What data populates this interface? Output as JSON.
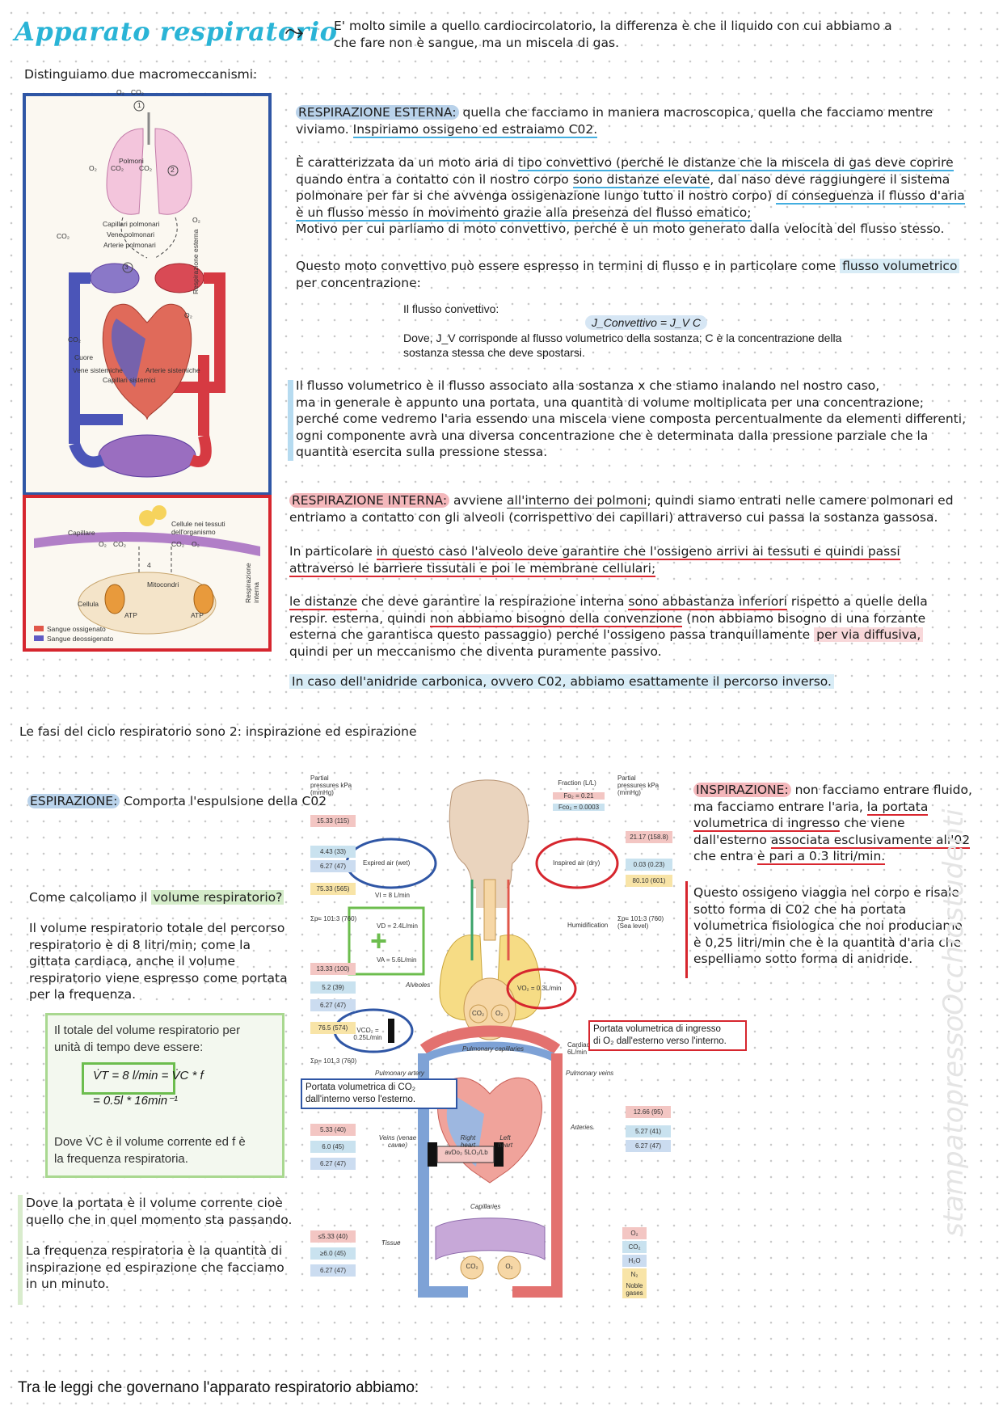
{
  "header": {
    "title": "Apparato respiratorio",
    "arrow": "⤳",
    "intro_line1": "E' molto simile a quello cardiocircolatorio, la differenza è che il liquido con cui abbiamo a",
    "intro_line2": "che fare non è sangue, ma un miscela di gas.",
    "subheading": "Distinguiamo due macromeccanismi:"
  },
  "figure_top": {
    "labels": {
      "o2_a": "O₂",
      "co2_a": "CO₂",
      "num1": "1",
      "polmoni": "Polmoni",
      "co2_b": "CO₂",
      "o2_b": "O₂",
      "co2_c": "CO₂",
      "num2": "2",
      "capillari_polmonari": "Capillari polmonari",
      "vene_polmonari": "Vene polmonari",
      "arterie_polmonari": "Arterie polmonari",
      "co2_side": "CO₂",
      "o2_side": "O₂",
      "num3": "3",
      "respirazione_esterna": "Respirazione esterna",
      "co2_low": "CO₂",
      "o2_low": "O₂",
      "cuore": "Cuore",
      "vene_sistemiche": "Vene sistemiche",
      "arterie_sistemiche": "Arterie sistemiche",
      "capillari_sistemici": "Capillari sistemici"
    }
  },
  "figure_bottom": {
    "labels": {
      "capillare": "Capillare",
      "cellule": "Cellule nei tessuti dell'organismo",
      "o2_a": "O₂",
      "co2_a": "CO₂",
      "co2_b": "CO₂",
      "o2_b": "O₂",
      "num4": "4",
      "mitocondri": "Mitocondri",
      "atp_a": "ATP",
      "atp_b": "ATP",
      "cellula": "Cellula",
      "respirazione_interna": "Respirazione interna",
      "legend_ox": "Sangue ossigenato",
      "legend_deox": "Sangue deossigenato"
    }
  },
  "resp_esterna": {
    "tag": "RESPIRAZIONE ESTERNA:",
    "p1_a": " quella che facciamo in maniera macroscopica, quella che facciamo mentre",
    "p1_b": "viviamo. ",
    "p1_c": "Inspiriamo ossigeno ed estraiamo C02.",
    "p2_l1_a": "È caratterizzata da un moto aria di ",
    "p2_l1_b": "tipo convettivo (perché le distanze che la miscela di gas deve coprire",
    "p2_l2_a": "quando entra a contatto con il nostro corpo ",
    "p2_l2_b": "sono distanze elevate",
    "p2_l2_c": ", dal naso deve raggiungere il sistema",
    "p2_l3_a": "polmonare per far si che avvenga ossigenazione lungo tutto il nostro corpo) ",
    "p2_l3_b": "di conseguenza il flusso d'aria",
    "p2_l4": "è un flusso messo in movimento grazie alla presenza del flusso ematico;",
    "p2_l5": "Motivo per cui  parliamo di moto convettivo, perché è un moto generato dalla velocità del flusso stesso.",
    "p3_l1_a": "Questo moto convettivo può essere espresso in termini di flusso e in particolare come ",
    "p3_l1_b": "flusso volumetrico",
    "p3_l2": "per concentrazione:",
    "formula_intro": "Il flusso convettivo:",
    "formula": "J_Convettivo = J_V C",
    "formula_where_l1": "Dove, J_V corrisponde al flusso volumetrico della sostanza; C è la concentrazione della",
    "formula_where_l2": "sostanza stessa che deve spostarsi.",
    "p4_l1": "Il flusso volumetrico è il flusso associato alla sostanza x che stiamo inalando nel nostro caso,",
    "p4_l2": "ma in generale è appunto una portata, una quantità di volume moltiplicata per una concentrazione;",
    "p4_l3": "perché come vedremo l'aria essendo una miscela viene composta percentualmente da elementi differenti,",
    "p4_l4": "ogni componente avrà una diversa concentrazione che è determinata dalla pressione parziale che la",
    "p4_l5": "quantità esercita sulla pressione stessa."
  },
  "resp_interna": {
    "tag": "RESPIRAZIONE INTERNA:",
    "p1_l1_a": " avviene ",
    "p1_l1_b": "all'interno dei polmoni",
    "p1_l1_c": "; quindi siamo entrati nelle camere polmonari ed",
    "p1_l2": "entriamo a contatto con gli alveoli (corrispettivo dei capillari) attraverso cui passa la sostanza gassosa.",
    "p2_l1_a": "In particolare ",
    "p2_l1_b": "in questo caso l'alveolo deve garantire che l'ossigeno arrivi ai tessuti e quindi passi",
    "p2_l2": "attraverso le barriere tissutali e poi le membrane cellulari;",
    "p3_l1_a": "le distanze",
    "p3_l1_b": " che deve garantire la respirazione interna ",
    "p3_l1_c": "sono abbastanza ",
    "p3_l1_d": "inferiori",
    "p3_l1_e": " rispetto a quelle della",
    "p3_l2_a": "respir. esterna, quindi ",
    "p3_l2_b": "non abbiamo bisogno della convenzione",
    "p3_l2_c": " (non abbiamo bisogno di una forzante",
    "p3_l3_a": "esterna che garantisca questo passaggio) perché l'ossigeno passa tranquillamente ",
    "p3_l3_b": "per via diffusiva,",
    "p3_l4": "quindi per un meccanismo che diventa puramente passivo.",
    "p4": "In caso dell'anidride carbonica, ovvero C02, abbiamo esattamente il percorso inverso."
  },
  "fasi": "Le fasi del ciclo respiratorio sono 2: inspirazione ed espirazione",
  "espirazione": {
    "tag": "ESPIRAZIONE:",
    "text": " Comporta l'espulsione della C02",
    "q_a": "Come calcoliamo il ",
    "q_b": "volume respiratorio?",
    "p_l1": "Il volume respiratorio totale del percorso",
    "p_l2": "respiratorio è di 8 litri/min; come la",
    "p_l3": "gittata cardiaca, anche il volume",
    "p_l4": "respiratorio viene espresso come portata",
    "p_l5": "per la frequenza."
  },
  "green_box": {
    "line1": "Il totale del volume respiratorio per",
    "line2": "unità di tempo deve essere:",
    "formula1": "V̇T = 8 l/min = V̇C * f",
    "formula2": "= 0.5l * 16min⁻¹",
    "dove_l1": "Dove V̇C è il volume corrente ed f è",
    "dove_l2": "la frequenza respiratoria."
  },
  "portata_note": {
    "l1": "Dove la portata è il volume corrente cioè",
    "l2": "quello che in quel momento sta passando.",
    "l3": "La frequenza respiratoria è la quantità di",
    "l4": "inspirazione ed espirazione che facciamo",
    "l5": "in un minuto."
  },
  "inspirazione": {
    "tag": "INSPIRAZIONE:",
    "l1": " non facciamo entrare fluido,",
    "l2_a": "ma facciamo entrare l'aria, ",
    "l2_b": "la portata",
    "l3": "volumetrica di ingresso",
    "l3_b": " che viene",
    "l4_a": "dall'esterno ",
    "l4_b": "associata esclusivamente all'02",
    "l5_a": "che entra ",
    "l5_b": "è pari a 0.3 litri/min.",
    "p2_l1": "Questo ossigeno viaggia nel corpo e risale",
    "p2_l2": "sotto forma di C02 che ha portata",
    "p2_l3": "volumetrica fisiologica che noi produciamo",
    "p2_l4": "è 0,25 litri/min che è la quantità d'aria che",
    "p2_l5": "espelliamo sotto forma di anidride."
  },
  "big_figure": {
    "pp_left_head": "Partial pressures kPa (mmHg)",
    "pp_right_head": "Partial pressures kPa (mmHg)",
    "fraction_head": "Fraction (L/L)",
    "fo2": "Fo₂ = 0.21",
    "fco2": "Fco₂ = 0.0003",
    "left_top": [
      "15.33 (115)",
      "4.43 (33)",
      "6.27 (47)",
      "75.33 (565)"
    ],
    "left_sum1": "Σp= 101.3 (760)",
    "right_top": [
      "21.17 (158.8)",
      "0.03 (0.23)",
      "80.10 (601)"
    ],
    "right_sum": "Σp= 101.3 (760) (Sea level)",
    "left_mid": [
      "13.33 (100)",
      "5.2 (39)",
      "6.27 (47)",
      "76.5 (574)"
    ],
    "left_sum2": "Σp= 101.3 (760)",
    "left_veins": [
      "5.33 (40)",
      "6.0 (45)",
      "6.27 (47)"
    ],
    "left_tissue": [
      "≤5.33 (40)",
      "≥6.0 (45)",
      "6.27 (47)"
    ],
    "right_arteries": [
      "12.66 (95)",
      "5.27 (41)",
      "6.27 (47)"
    ],
    "expired_air": "Expired air (wet)",
    "inspired_air": "Inspired air (dry)",
    "vi": "VI = 8 L/min",
    "vd": "VD = 2.4L/min",
    "va": "VA = 5.6L/min",
    "humidification": "Humidification",
    "alveoles": "Alveoles",
    "co2_circle": "CO₂",
    "o2_circle": "O₂",
    "vo2": "VO₂ = 0.3L/min",
    "vco2": "VCO₂ = 0.25L/min",
    "portata_o2_l1": "Portata volumetrica di ingresso",
    "portata_o2_l2": "di O₂ dall'esterno verso l'interno.",
    "portata_co2_l1": "Portata volumetrica di CO₂",
    "portata_co2_l2": "dall'interno verso l'esterno.",
    "pulmonary_capillaries": "Pulmonary capillaries",
    "cardiac_output": "Cardiac output (CO) = 6L/min",
    "pulmonary_artery": "Pulmonary artery",
    "pulmonary_veins": "Pulmonary veins",
    "veins": "Veins (venae cavae)",
    "right_heart": "Right heart",
    "left_heart": "Left heart",
    "arteries": "Arteries",
    "avdo2": "avDo₂ 5LO₂/Lb",
    "capillaries": "Capillaries",
    "tissue": "Tissue",
    "co2_tissue": "CO₂",
    "o2_tissue": "O₂",
    "legend": [
      "O₂",
      "CO₂",
      "H₂O",
      "N₂",
      "Noble gases"
    ],
    "colors": {
      "o2": "#f3c6c3",
      "co2": "#c9e2ef",
      "h2o": "#cbdcf0",
      "n2": "#f8e4a7",
      "noble": "#f8e4a7"
    }
  },
  "watermark": "stampatopressoOcchiostudenti",
  "footer": "Tra le leggi che governano l'apparato respiratorio abbiamo:"
}
